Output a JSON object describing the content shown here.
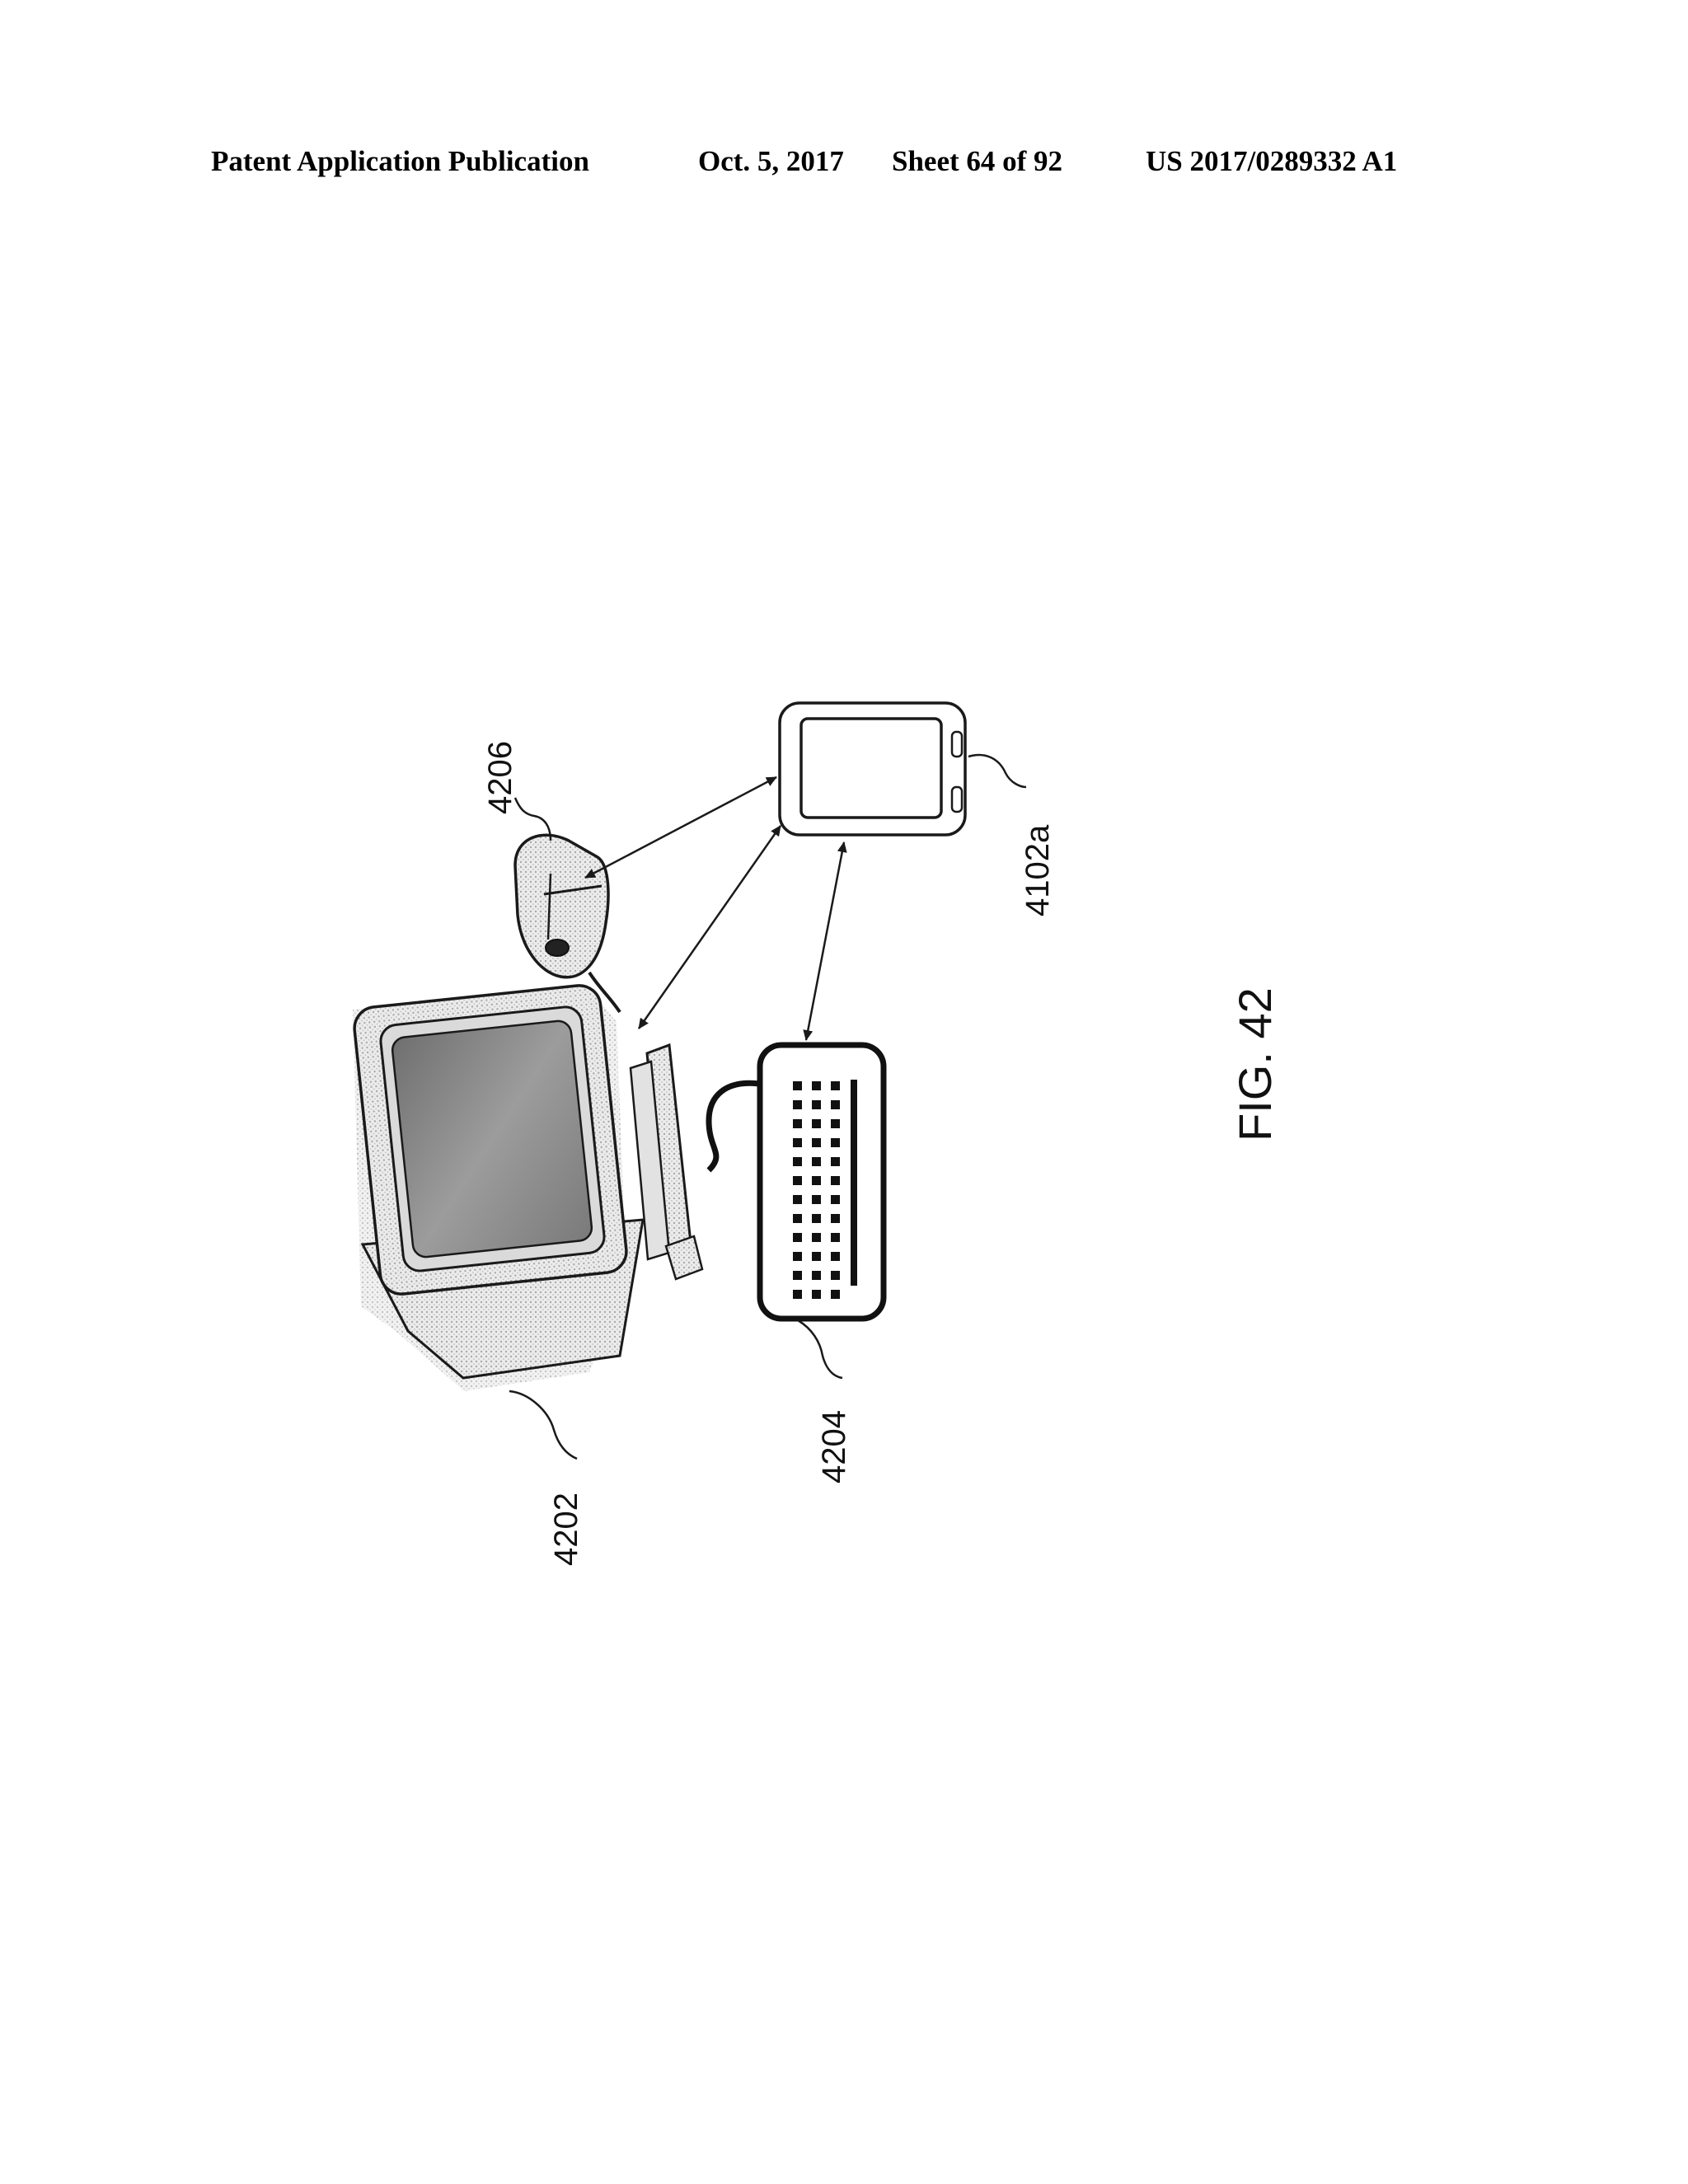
{
  "header": {
    "publication": "Patent Application Publication",
    "date": "Oct. 5, 2017",
    "sheet": "Sheet 64 of 92",
    "number": "US 2017/0289332 A1"
  },
  "figure": {
    "label": "FIG. 42",
    "refs": {
      "computer": "4202",
      "keyboard": "4204",
      "mouse": "4206",
      "device": "4102a"
    }
  },
  "colors": {
    "line": "#1a1a1a",
    "stipple": "#c8c8c8",
    "screen": "#8c8c8c"
  }
}
